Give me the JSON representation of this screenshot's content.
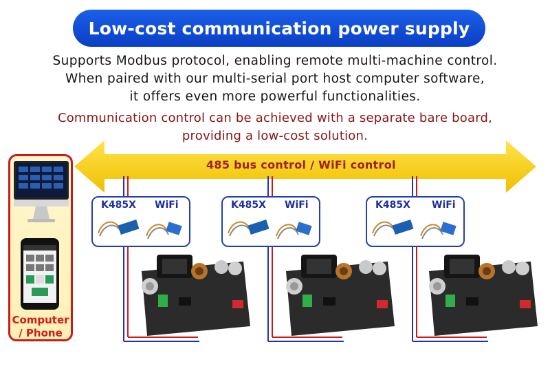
{
  "title": "Low-cost communication power supply",
  "description_lines": [
    "Supports Modbus protocol, enabling remote multi-machine control.",
    "When paired with our multi-serial port host computer software,",
    "it offers even more powerful functionalities."
  ],
  "highlight_lines": [
    "Communication control can be achieved with a separate bare board,",
    "providing a low-cost solution."
  ],
  "bus_label": "485 bus control / WiFi control",
  "device_label": {
    "line1": "Computer",
    "line2": "/ Phone"
  },
  "modules": [
    {
      "k485": "K485X",
      "wifi": "WiFi"
    },
    {
      "k485": "K485X",
      "wifi": "WiFi"
    },
    {
      "k485": "K485X",
      "wifi": "WiFi"
    }
  ],
  "colors": {
    "title_bg": "#1453d8",
    "highlight": "#8a1414",
    "arrow": "#f5c800",
    "box_border": "#c81c1c",
    "module_border": "#2040b0"
  }
}
